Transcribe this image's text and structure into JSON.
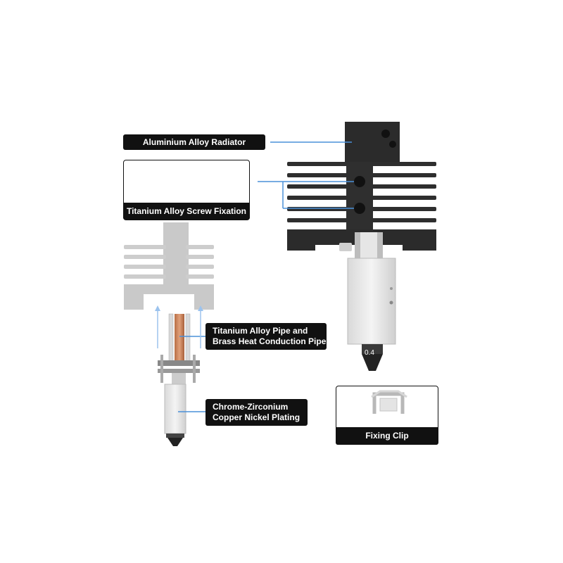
{
  "labels": {
    "radiator": "Aluminium Alloy Radiator",
    "screw_fixation": "Titanium Alloy Screw Fixation",
    "pipe_line1": "Titanium Alloy Pipe and",
    "pipe_line2": "Brass Heat Conduction Pipe",
    "nozzle_line1": "Chrome-Zirconium",
    "nozzle_line2": "Copper Nickel Plating",
    "fixing_clip": "Fixing Clip"
  },
  "nozzle_size": "0.4",
  "colors": {
    "label_bg": "#111111",
    "label_text": "#ffffff",
    "pointer_line": "#4a90d9",
    "heatsink_dark": "#2a2a2a",
    "heatsink_ghost": "#c8c8c8",
    "copper": "#c8845a"
  }
}
